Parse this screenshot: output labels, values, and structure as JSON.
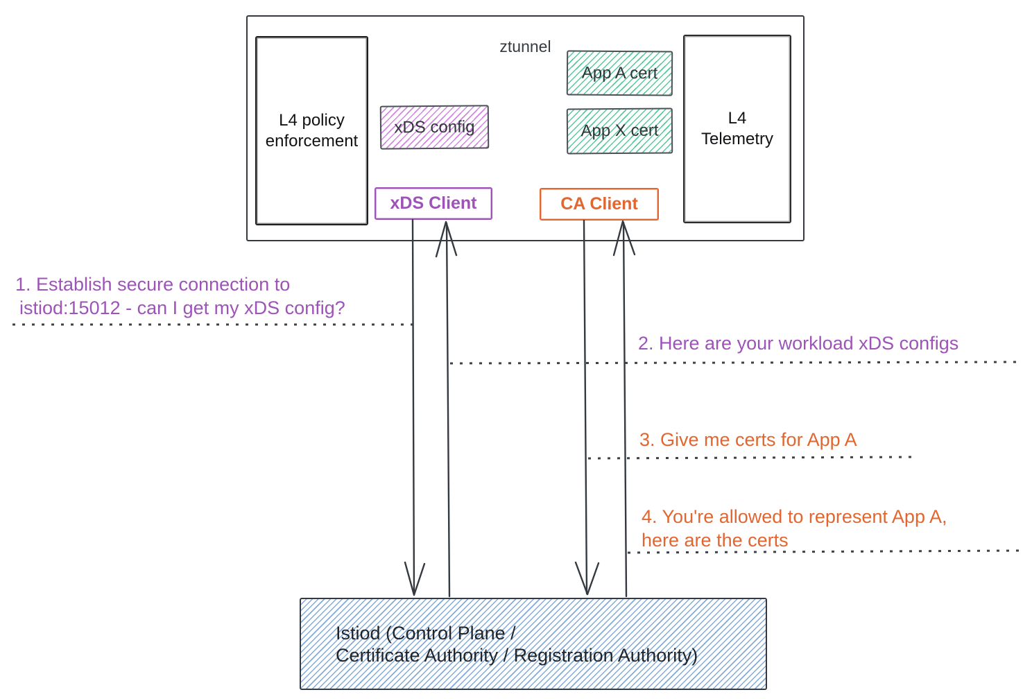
{
  "colors": {
    "ink": "#343a40",
    "purple": "#9d53b8",
    "orange": "#e2662f",
    "purple_hatch": "#d286e2",
    "green_hatch": "#57c99d",
    "blue_hatch": "#82abdb"
  },
  "ztunnel": {
    "title": "ztunnel",
    "l4_policy": "L4 policy enforcement",
    "xds_config": "xDS config",
    "app_a_cert": "App A cert",
    "app_x_cert": "App X cert",
    "l4_telemetry": "L4 Telemetry",
    "xds_client": "xDS Client",
    "ca_client": "CA Client"
  },
  "istiod": {
    "line1": "Istiod (Control Plane /",
    "line2": "Certificate Authority / Registration Authority)"
  },
  "steps": {
    "step1_line1": "1. Establish secure connection to",
    "step1_line2": "istiod:15012 - can I get my xDS config?",
    "step2": "2. Here are your workload xDS configs",
    "step3": "3. Give me certs for App A",
    "step4_line1": "4. You're allowed to represent App A,",
    "step4_line2": "here are the certs"
  }
}
